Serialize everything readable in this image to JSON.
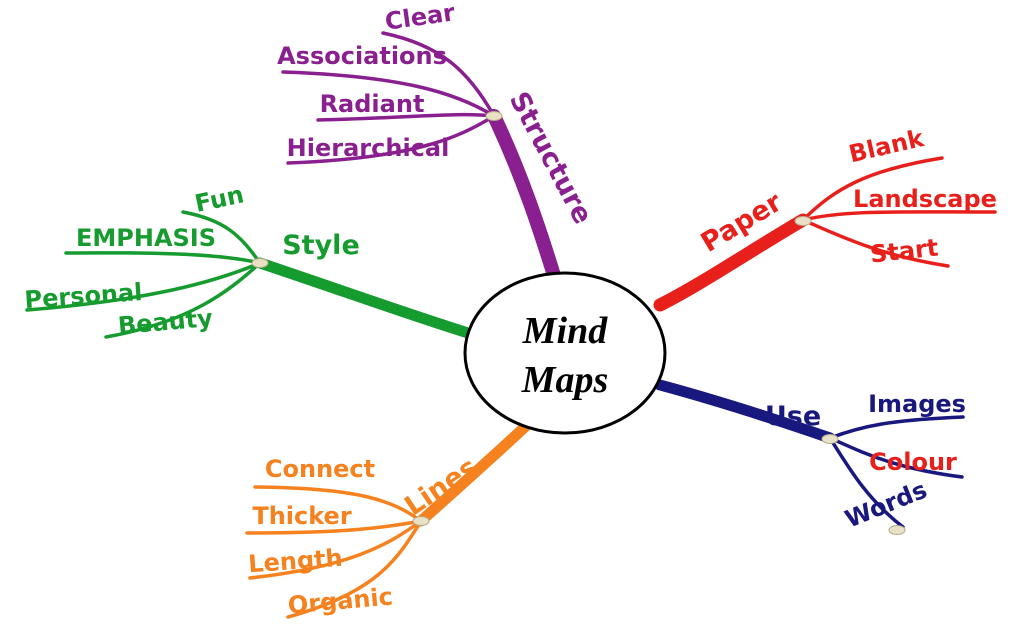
{
  "center": {
    "line1": "Mind",
    "line2": "Maps"
  },
  "branches": {
    "structure": {
      "label": "Structure",
      "color": "#8a1f8f",
      "children": [
        "Clear",
        "Associations",
        "Radiant",
        "Hierarchical"
      ]
    },
    "style": {
      "label": "Style",
      "color": "#169b2e",
      "children": [
        "Fun",
        "EMPHASIS",
        "Personal",
        "Beauty"
      ]
    },
    "paper": {
      "label": "Paper",
      "color": "#e8201c",
      "children": [
        "Blank",
        "Landscape",
        "Start"
      ]
    },
    "use": {
      "label": "Use",
      "color": "#18187f",
      "colour_color": "#e8201c",
      "children": [
        "Images",
        "Colour",
        "Words"
      ]
    },
    "lines": {
      "label": "Lines",
      "color": "#f5821f",
      "children": [
        "Connect",
        "Thicker",
        "Length",
        "Organic"
      ]
    }
  }
}
